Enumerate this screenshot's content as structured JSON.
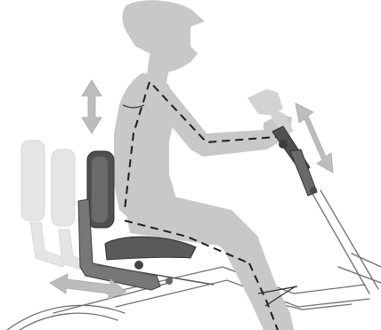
{
  "diagram": {
    "colors": {
      "background": "#ffffff",
      "rider": "#c8c6c6",
      "rider_head": "#bdbbbb",
      "ghost": "#e4e3e3",
      "frame_line": "#6f6f6f",
      "seat_dark": "#4e4e4e",
      "seat_mid": "#7a7a7a",
      "arrow": "#bcbcbc",
      "dashed": "#1e1e1e"
    },
    "icons": [
      "vertical-adjust-arrow",
      "horizontal-adjust-arrow",
      "diagonal-adjust-arrow"
    ]
  }
}
